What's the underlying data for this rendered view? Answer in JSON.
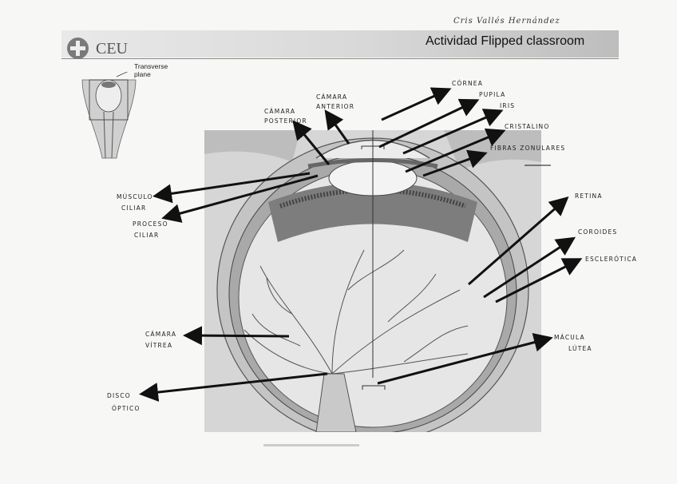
{
  "header": {
    "student_name": "Cris Vallés Hernández",
    "logo_text": "CEU",
    "course_title": "Actividad Flipped classroom"
  },
  "inset": {
    "plane_label_line1": "Transverse",
    "plane_label_line2": "plane"
  },
  "labels": {
    "cornea": "Córnea",
    "pupila": "Pupila",
    "iris": "Iris",
    "cristalino": "Cristalino",
    "fibras_zonulares": "Fibras zonulares",
    "camara_anterior_1": "Cámara",
    "camara_anterior_2": "anterior",
    "camara_posterior_1": "Cámara",
    "camara_posterior_2": "posterior",
    "musculo_ciliar_1": "Músculo",
    "musculo_ciliar_2": "ciliar",
    "proceso_ciliar_1": "Proceso",
    "proceso_ciliar_2": "ciliar",
    "retina": "Retina",
    "coroides": "Coroides",
    "esclerotica": "Esclerótica",
    "camara_vitrea_1": "Cámara",
    "camara_vitrea_2": "vítrea",
    "macula_lutea_1": "Mácula",
    "macula_lutea_2": "lútea",
    "disco_optico_1": "Disco",
    "disco_optico_2": "óptico"
  }
}
